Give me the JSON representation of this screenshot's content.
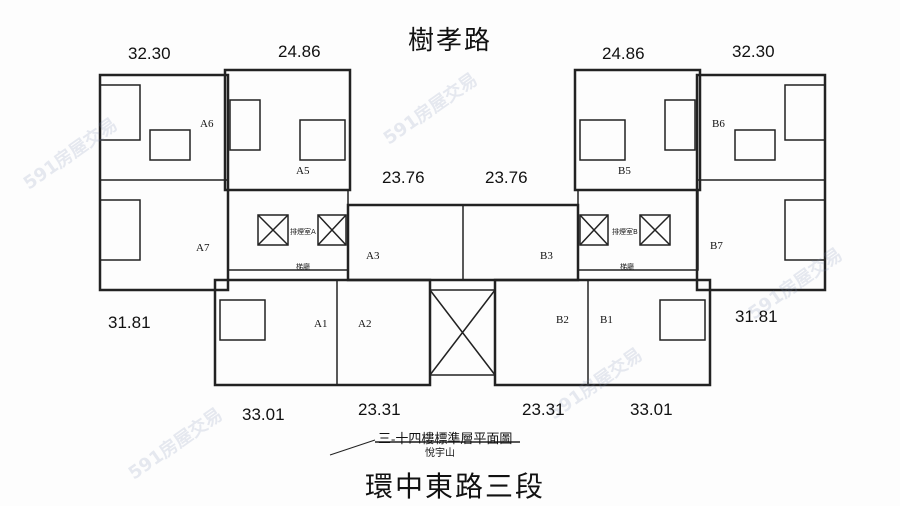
{
  "roads": {
    "top": "樹孝路",
    "bottom": "環中東路三段"
  },
  "plan_title": "三-十四樓標準層平面圖",
  "plan_subtitle": "悅宇山",
  "watermark": "591房屋交易",
  "areas": {
    "a6": "32.30",
    "a5": "24.86",
    "b5": "24.86",
    "b6": "32.30",
    "a3": "23.76",
    "b3": "23.76",
    "a7": "31.81",
    "b7": "31.81",
    "a1": "33.01",
    "a2": "23.31",
    "b2": "23.31",
    "b1": "33.01"
  },
  "units": {
    "a1": "A1",
    "a2": "A2",
    "a3": "A3",
    "a5": "A5",
    "a6": "A6",
    "a7": "A7",
    "b1": "B1",
    "b2": "B2",
    "b3": "B3",
    "b5": "B5",
    "b6": "B6",
    "b7": "B7"
  },
  "rooms": {
    "smoke_a": "排煙室A",
    "smoke_b": "排煙室B",
    "lobby_a": "梯廳",
    "lobby_b": "梯廳"
  }
}
